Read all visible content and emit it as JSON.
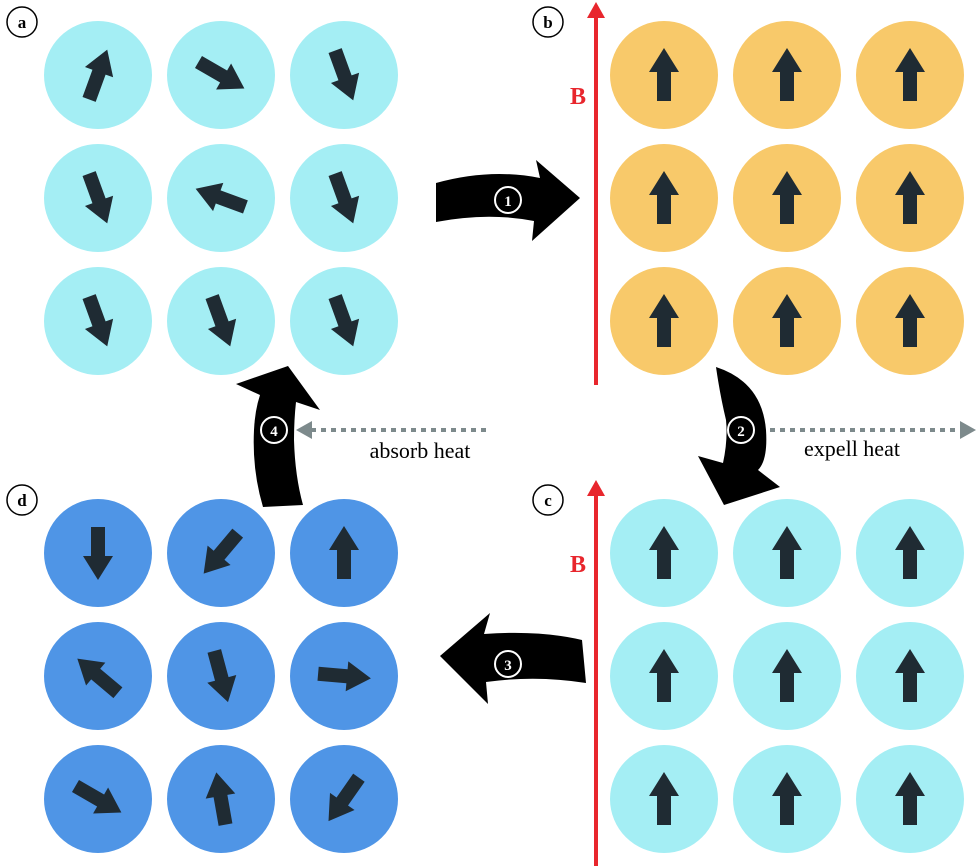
{
  "colors": {
    "light_cyan": "#a4eef4",
    "orange": "#f8c96a",
    "blue": "#4f95e6",
    "arrow_dark": "#1f2b33",
    "field_red": "#e8262d",
    "dotted_gray": "#7d8a8c",
    "process_arrow": "#000000"
  },
  "panels": [
    {
      "label": "a",
      "fill": "light_cyan",
      "arrows": [
        20,
        120,
        160,
        160,
        290,
        160,
        160,
        160,
        160
      ]
    },
    {
      "label": "b",
      "fill": "orange",
      "arrows": [
        0,
        0,
        0,
        0,
        0,
        0,
        0,
        0,
        0
      ],
      "field_label": "B"
    },
    {
      "label": "c",
      "fill": "light_cyan",
      "arrows": [
        0,
        0,
        0,
        0,
        0,
        0,
        0,
        0,
        0
      ],
      "field_label": "B"
    },
    {
      "label": "d",
      "fill": "blue",
      "arrows": [
        180,
        220,
        0,
        310,
        165,
        95,
        120,
        350,
        215
      ]
    }
  ],
  "steps": [
    "1",
    "2",
    "3",
    "4"
  ],
  "heat": {
    "expel": "expell heat",
    "absorb": "absorb heat"
  }
}
